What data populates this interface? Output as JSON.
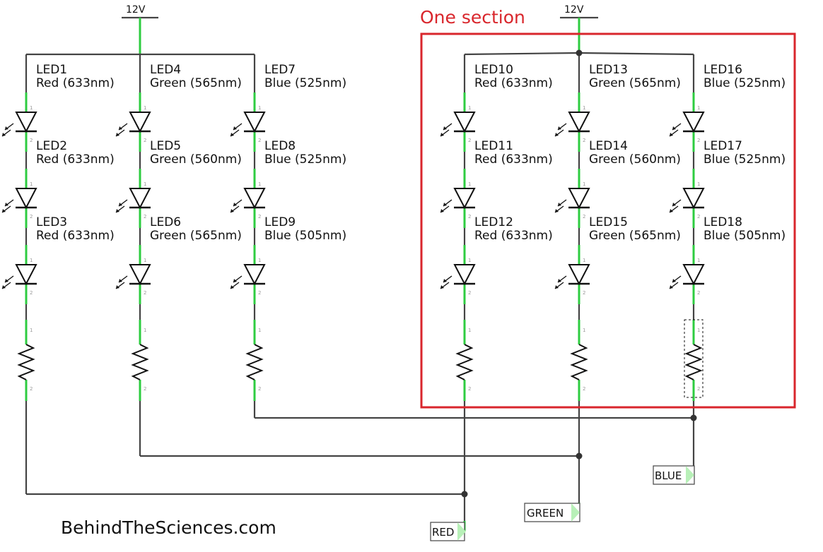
{
  "supply_label": "12V",
  "section_title": "One section",
  "brand": "BehindTheSciences.com",
  "ports": {
    "red": "RED",
    "green": "GREEN",
    "blue": "BLUE"
  },
  "colors": {
    "wire": "#444444",
    "pin_wire": "#2ecc40",
    "section_box": "#d9262c"
  },
  "columns": [
    {
      "leds": [
        {
          "name": "LED1",
          "spec": "Red (633nm)"
        },
        {
          "name": "LED2",
          "spec": "Red (633nm)"
        },
        {
          "name": "LED3",
          "spec": "Red (633nm)"
        }
      ]
    },
    {
      "leds": [
        {
          "name": "LED4",
          "spec": "Green (565nm)"
        },
        {
          "name": "LED5",
          "spec": "Green (560nm)"
        },
        {
          "name": "LED6",
          "spec": "Green (565nm)"
        }
      ]
    },
    {
      "leds": [
        {
          "name": "LED7",
          "spec": "Blue (525nm)"
        },
        {
          "name": "LED8",
          "spec": "Blue (525nm)"
        },
        {
          "name": "LED9",
          "spec": "Blue (505nm)"
        }
      ]
    },
    {
      "leds": [
        {
          "name": "LED10",
          "spec": "Red (633nm)"
        },
        {
          "name": "LED11",
          "spec": "Red (633nm)"
        },
        {
          "name": "LED12",
          "spec": "Red (633nm)"
        }
      ]
    },
    {
      "leds": [
        {
          "name": "LED13",
          "spec": "Green (565nm)"
        },
        {
          "name": "LED14",
          "spec": "Green (560nm)"
        },
        {
          "name": "LED15",
          "spec": "Green (565nm)"
        }
      ]
    },
    {
      "leds": [
        {
          "name": "LED16",
          "spec": "Blue (525nm)"
        },
        {
          "name": "LED17",
          "spec": "Blue (525nm)"
        },
        {
          "name": "LED18",
          "spec": "Blue (505nm)"
        }
      ]
    }
  ]
}
